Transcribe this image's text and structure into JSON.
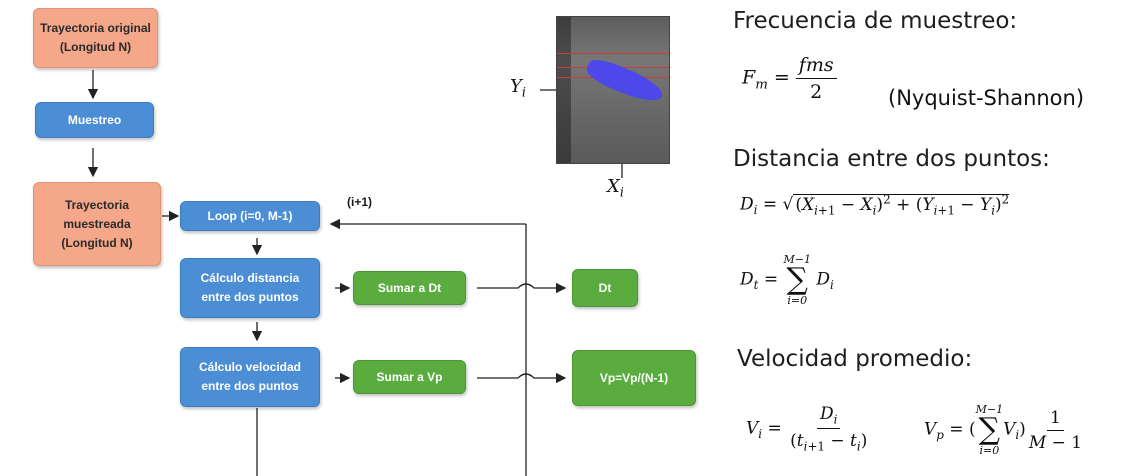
{
  "flow": {
    "traj_original": "Trayectoria original\n(Longitud N)",
    "muestreo": "Muestreo",
    "traj_muestreada": "Trayectoria\nmuestreada\n(Longitud N)",
    "loop": "Loop (i=0, M-1)",
    "loop_back_label": "(i+1)",
    "calc_distancia": "Cálculo distancia\nentre dos puntos",
    "calc_velocidad": "Cálculo velocidad\nentre dos puntos",
    "sumar_dt": "Sumar a Dt",
    "sumar_vp": "Sumar a Vp",
    "dt": "Dt",
    "vp_result": "Vp=Vp/(N-1)"
  },
  "photo": {
    "y_label": "Y",
    "y_sub": "i",
    "x_label": "X",
    "x_sub": "i"
  },
  "formulas": {
    "freq_heading": "Frecuencia de muestreo:",
    "nyquist": "(Nyquist-Shannon)",
    "dist_heading": "Distancia entre dos puntos:",
    "vel_heading": "Velocidad promedio:"
  },
  "colors": {
    "orange": "#f4a789",
    "blue": "#4c8ed6",
    "green": "#5aac3f"
  }
}
